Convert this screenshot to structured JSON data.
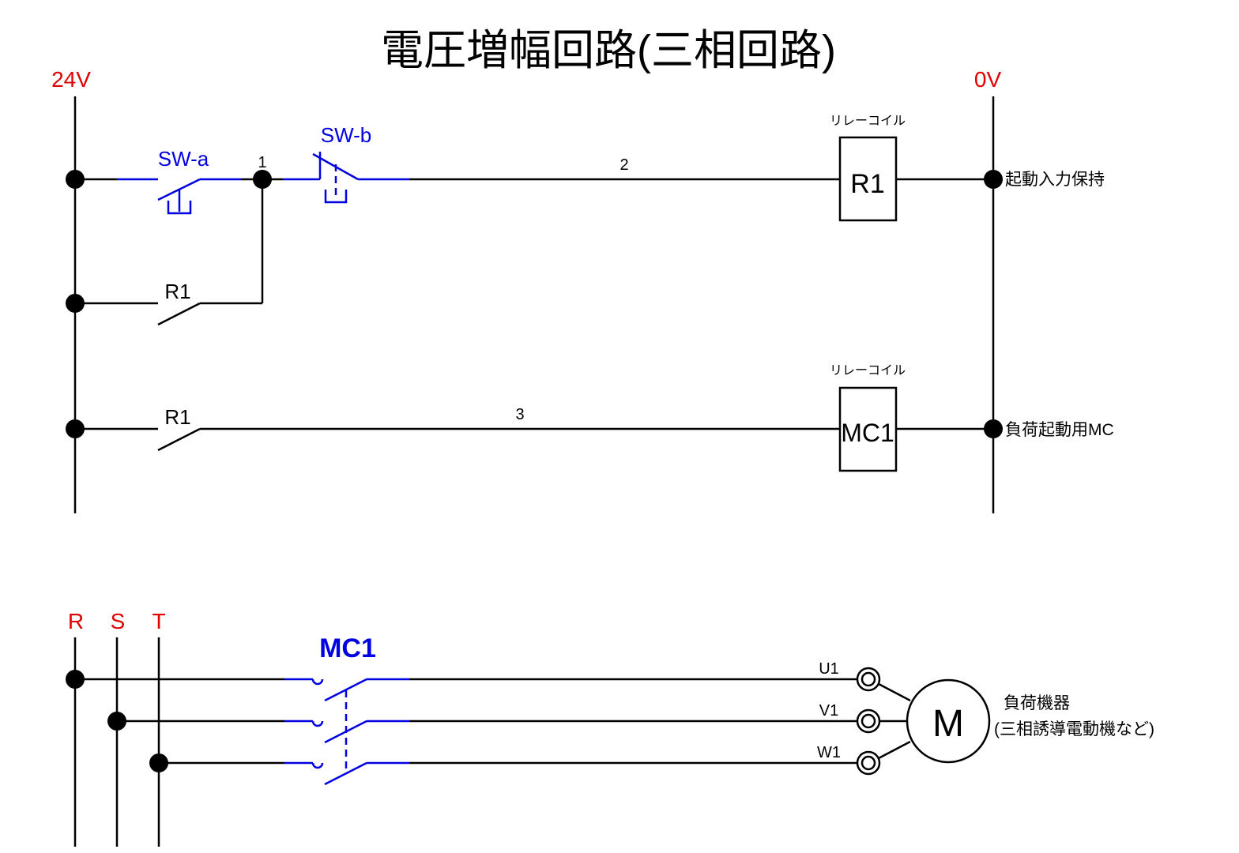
{
  "title": "電圧増幅回路(三相回路)",
  "colors": {
    "wire": "#000000",
    "switch": "#0000e0",
    "supply_label": "#e00000"
  },
  "control_circuit": {
    "supply_left": "24V",
    "supply_right": "0V",
    "switches": {
      "sw_a": "SW-a",
      "sw_b": "SW-b",
      "r1_hold": "R1",
      "r1_load": "R1"
    },
    "node_labels": {
      "n1": "1",
      "n2": "2",
      "n3": "3"
    },
    "coils": [
      {
        "caption": "リレーコイル",
        "name": "R1",
        "description": "起動入力保持"
      },
      {
        "caption": "リレーコイル",
        "name": "MC1",
        "description": "負荷起動用MC"
      }
    ]
  },
  "power_circuit": {
    "phases": [
      "R",
      "S",
      "T"
    ],
    "contactor": "MC1",
    "terminals": [
      "U1",
      "V1",
      "W1"
    ],
    "motor": "M",
    "load_label_line1": "負荷機器",
    "load_label_line2": "(三相誘導電動機など)"
  }
}
